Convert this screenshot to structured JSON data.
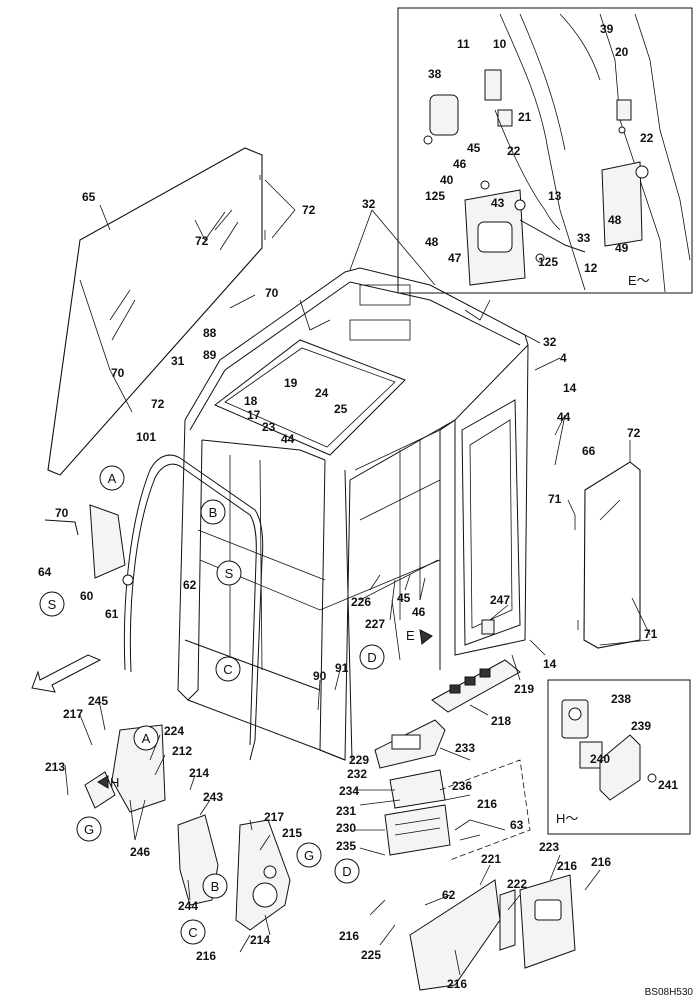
{
  "drawing_code": "BS08H530",
  "detail_e_label": "E～",
  "detail_h_label": "H～",
  "view_markers": [
    "A",
    "B",
    "C",
    "D",
    "G",
    "S"
  ],
  "direction_markers": {
    "e_arrow": "E",
    "h_arrow": "H"
  },
  "part_numbers": [
    "4",
    "10",
    "11",
    "12",
    "13",
    "14",
    "17",
    "18",
    "19",
    "20",
    "21",
    "22",
    "23",
    "24",
    "25",
    "31",
    "32",
    "33",
    "38",
    "39",
    "40",
    "43",
    "44",
    "45",
    "46",
    "47",
    "48",
    "49",
    "60",
    "61",
    "62",
    "63",
    "64",
    "65",
    "66",
    "70",
    "71",
    "72",
    "88",
    "89",
    "90",
    "91",
    "101",
    "125",
    "212",
    "213",
    "214",
    "215",
    "216",
    "217",
    "218",
    "219",
    "221",
    "222",
    "223",
    "224",
    "225",
    "226",
    "227",
    "229",
    "230",
    "231",
    "232",
    "233",
    "234",
    "235",
    "236",
    "238",
    "239",
    "240",
    "241",
    "243",
    "244",
    "245",
    "246",
    "247"
  ]
}
